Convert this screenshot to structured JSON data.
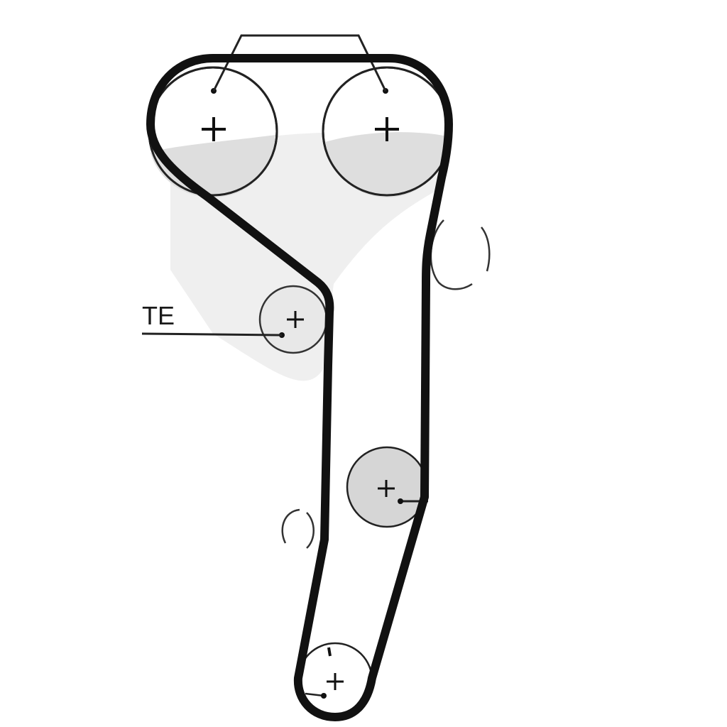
{
  "diagram": {
    "labels": {
      "tensioner": "TE"
    },
    "colors": {
      "belt": "#111111",
      "pulley_outline": "#222222",
      "pulley_fill": "#d9d9d9",
      "background": "#ffffff"
    },
    "pulleys": [
      {
        "name": "camshaft-left",
        "icon": "plus"
      },
      {
        "name": "camshaft-right",
        "icon": "plus"
      },
      {
        "name": "tensioner",
        "icon": "plus"
      },
      {
        "name": "idler",
        "icon": "plus"
      },
      {
        "name": "crankshaft",
        "icon": "plus"
      }
    ]
  }
}
